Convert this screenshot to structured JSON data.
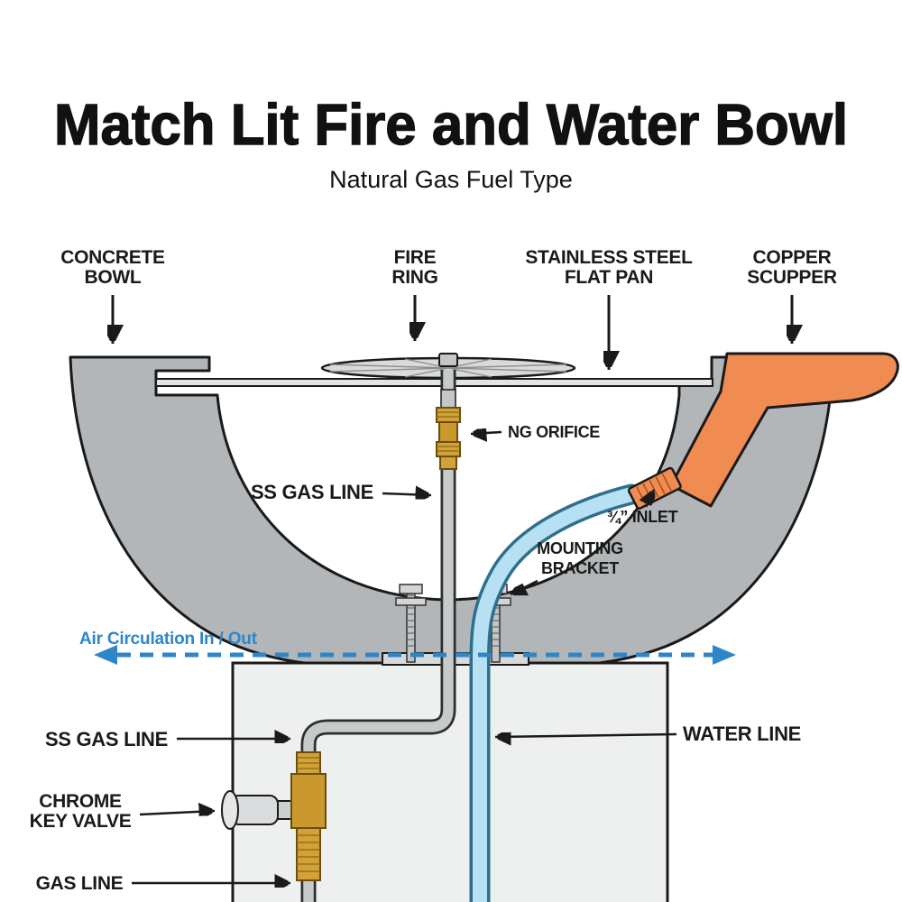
{
  "header": {
    "title": "Match Lit Fire and Water Bowl",
    "subtitle": "Natural Gas Fuel Type"
  },
  "callouts": {
    "concrete_bowl": {
      "line1": "CONCRETE",
      "line2": "BOWL"
    },
    "fire_ring": {
      "line1": "FIRE",
      "line2": "RING"
    },
    "flat_pan": {
      "line1": "STAINLESS STEEL",
      "line2": "FLAT PAN"
    },
    "copper_scupper": {
      "line1": "COPPER",
      "line2": "SCUPPER"
    },
    "ng_orifice": "NG ORIFICE",
    "ss_gas_line_upper": "SS GAS LINE",
    "inlet": "¾” INLET",
    "mounting_bracket": {
      "line1": "MOUNTING",
      "line2": "BRACKET"
    },
    "air_circulation": "Air Circulation In / Out",
    "ss_gas_line_lower": "SS GAS LINE",
    "water_line": "WATER LINE",
    "chrome_key_valve": {
      "line1": "CHROME",
      "line2": "KEY VALVE"
    },
    "gas_line": "GAS LINE"
  },
  "colors": {
    "copper_orange": "#f08c52",
    "brass_gold": "#d2a137",
    "water_blue": "#b7e0f2",
    "air_flow_blue": "#2e86c8",
    "concrete_gray": "#b3b6b9",
    "pedestal_gray": "#eef0ef",
    "pipe_gray": "#c7cacb",
    "outline_black": "#1a1a1a"
  }
}
